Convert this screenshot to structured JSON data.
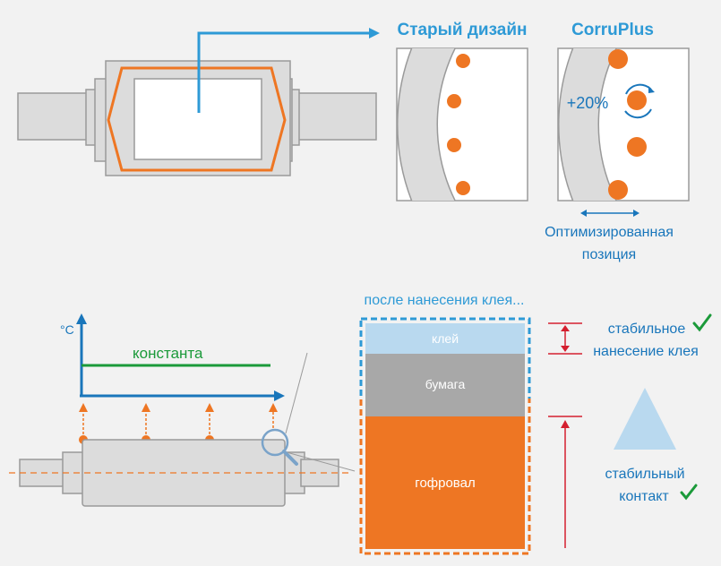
{
  "labels": {
    "old_design": "Старый дизайн",
    "corruplus": "CorruPlus",
    "plus20": "+20%",
    "optimized_line1": "Оптимизированная",
    "optimized_line2": "позиция",
    "after_glue": "после нанесения клея...",
    "axis_unit": "°C",
    "constant": "константа",
    "layer_glue": "клей",
    "layer_paper": "бумага",
    "layer_roll": "гофровал",
    "stable_glue_line1": "стабильное",
    "stable_glue_line2": "нанесение клея",
    "stable_contact_line1": "стабильный",
    "stable_contact_line2": "контакт"
  },
  "icons": {
    "check": "check-mark-icon",
    "magnifier": "magnifier-icon",
    "rotation": "rotation-arrow-icon"
  },
  "colors": {
    "orange": "#ee7623",
    "blue": "#1976bb",
    "light_blue": "#2e9ad6",
    "green": "#1b9a3a",
    "red": "#d41f2f",
    "gray_fill": "#dcdcdc",
    "gray_stroke": "#9a9a9a"
  }
}
